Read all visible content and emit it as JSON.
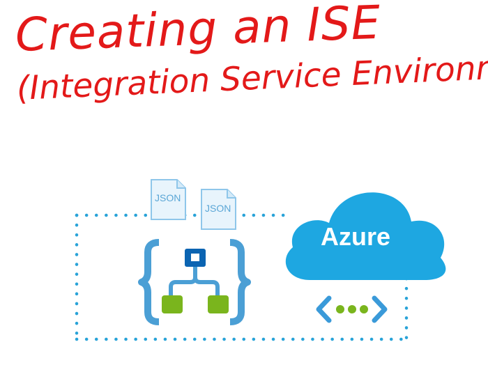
{
  "title": {
    "line1": "Creating an ISE",
    "line2": "(Integration Service Environment)"
  },
  "diagram": {
    "doc1_label": "JSON",
    "doc2_label": "JSON",
    "cloud_label": "Azure"
  },
  "colors": {
    "title": "#e31919",
    "dots": "#29a3d8",
    "cloud": "#1ea7e1",
    "logic_brace": "#4b9fd5",
    "logic_node_top": "#0b64b2",
    "logic_node_green": "#7ab51d",
    "doc_border": "#8ec6ea",
    "doc_fill": "#e8f4fc"
  },
  "icons": [
    "json-doc-icon",
    "logic-app-icon",
    "azure-cloud-icon",
    "vnet-icon"
  ]
}
